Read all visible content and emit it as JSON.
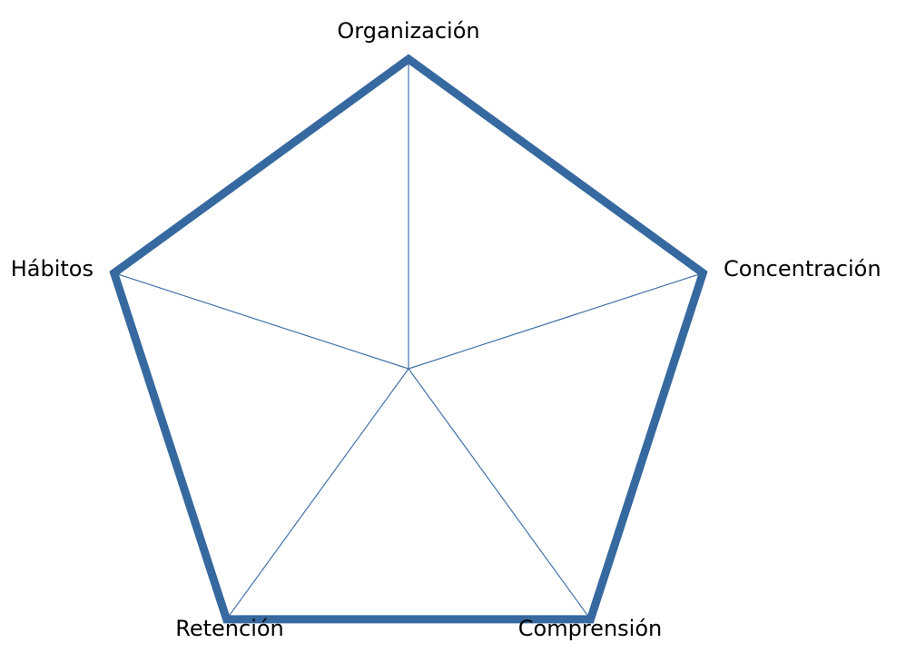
{
  "chart_data": {
    "type": "radar",
    "title": "",
    "subtitle": "",
    "xlabel": "",
    "ylabel": "",
    "categories": [
      "Organización",
      "Concentración",
      "Comprensión",
      "Retención",
      "Hábitos"
    ],
    "series": [
      {
        "name": "",
        "values": [
          100,
          100,
          100,
          100,
          100
        ]
      }
    ],
    "rlim": [
      0,
      100
    ],
    "grid": true,
    "grid_rings": 0,
    "spokes": true,
    "legend": "none",
    "tick_labels": [],
    "annotations": [],
    "filled": false,
    "colors": {
      "line": "#36699F",
      "spoke": "#4372A8",
      "fill": "none",
      "background": "#FFFFFF",
      "label_text": "#000000"
    },
    "geometry": {
      "center_x": 450,
      "center_y": 406,
      "radius": 341,
      "line_width": 9,
      "spoke_width": 1,
      "start_angle_deg": 90,
      "vertices": [
        {
          "label": "Organización",
          "x": 450,
          "y": 65,
          "angle_deg": 90
        },
        {
          "label": "Concentración",
          "x": 775,
          "y": 295,
          "angle_deg": 18
        },
        {
          "label": "Comprensión",
          "x": 651,
          "y": 660,
          "angle_deg": -54
        },
        {
          "label": "Retención",
          "x": 249,
          "y": 660,
          "angle_deg": -126
        },
        {
          "label": "Hábitos",
          "x": 125,
          "y": 295,
          "angle_deg": 162
        }
      ]
    }
  },
  "labels": {
    "organizacion": "Organización",
    "concentracion": "Concentración",
    "comprension": "Comprensión",
    "retencion": "Retención",
    "habitos": "Hábitos"
  }
}
